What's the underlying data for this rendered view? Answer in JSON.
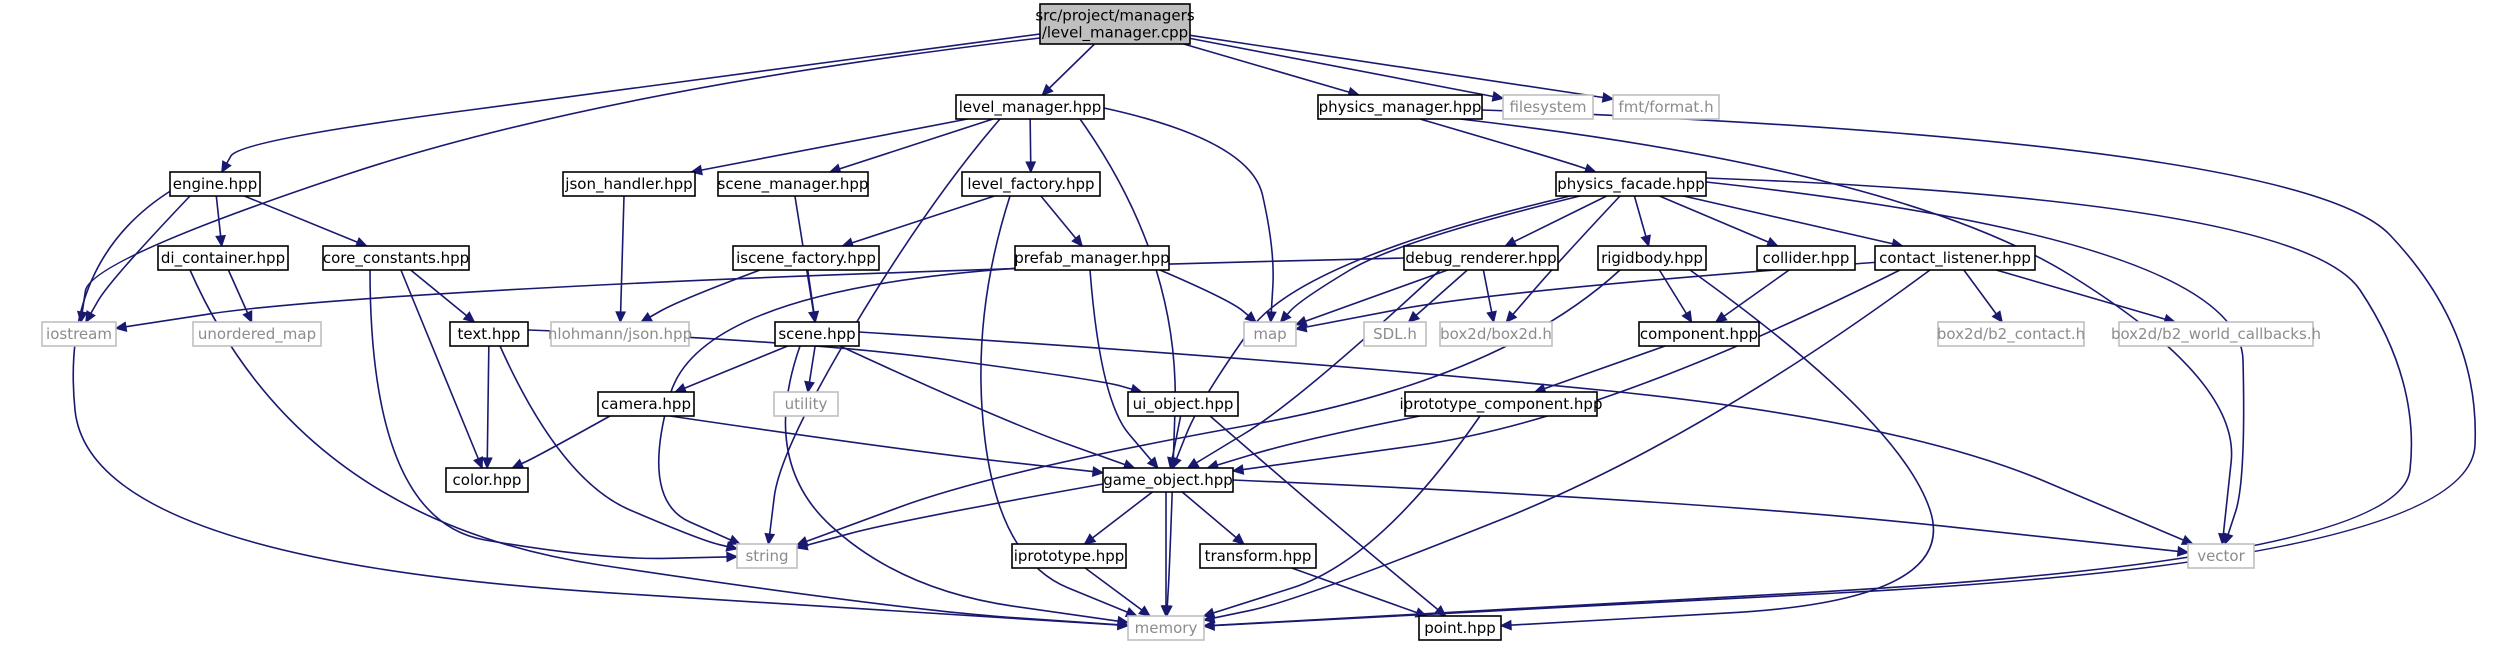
{
  "colors": {
    "edge": "#191970",
    "root_fill": "#bfbfbf",
    "local_border": "#000000",
    "system_border": "#bfbfbf",
    "system_text": "#8c8c8c",
    "text": "#000000",
    "background": "#ffffff"
  },
  "nodes": [
    {
      "id": "root",
      "label": [
        "src/project/managers",
        "/level_manager.cpp"
      ],
      "kind": "root"
    },
    {
      "id": "level_manager_hpp",
      "label": [
        "level_manager.hpp"
      ],
      "kind": "local"
    },
    {
      "id": "physics_manager_hpp",
      "label": [
        "physics_manager.hpp"
      ],
      "kind": "local"
    },
    {
      "id": "filesystem",
      "label": [
        "filesystem"
      ],
      "kind": "system"
    },
    {
      "id": "fmt_format_h",
      "label": [
        "fmt/format.h"
      ],
      "kind": "system"
    },
    {
      "id": "engine_hpp",
      "label": [
        "engine.hpp"
      ],
      "kind": "local"
    },
    {
      "id": "json_handler_hpp",
      "label": [
        "json_handler.hpp"
      ],
      "kind": "local"
    },
    {
      "id": "scene_manager_hpp",
      "label": [
        "scene_manager.hpp"
      ],
      "kind": "local"
    },
    {
      "id": "level_factory_hpp",
      "label": [
        "level_factory.hpp"
      ],
      "kind": "local"
    },
    {
      "id": "physics_facade_hpp",
      "label": [
        "physics_facade.hpp"
      ],
      "kind": "local"
    },
    {
      "id": "di_container_hpp",
      "label": [
        "di_container.hpp"
      ],
      "kind": "local"
    },
    {
      "id": "core_constants_hpp",
      "label": [
        "core_constants.hpp"
      ],
      "kind": "local"
    },
    {
      "id": "iscene_factory_hpp",
      "label": [
        "iscene_factory.hpp"
      ],
      "kind": "local"
    },
    {
      "id": "prefab_manager_hpp",
      "label": [
        "prefab_manager.hpp"
      ],
      "kind": "local"
    },
    {
      "id": "debug_renderer_hpp",
      "label": [
        "debug_renderer.hpp"
      ],
      "kind": "local"
    },
    {
      "id": "rigidbody_hpp",
      "label": [
        "rigidbody.hpp"
      ],
      "kind": "local"
    },
    {
      "id": "collider_hpp",
      "label": [
        "collider.hpp"
      ],
      "kind": "local"
    },
    {
      "id": "contact_listener_hpp",
      "label": [
        "contact_listener.hpp"
      ],
      "kind": "local"
    },
    {
      "id": "iostream",
      "label": [
        "iostream"
      ],
      "kind": "system"
    },
    {
      "id": "unordered_map",
      "label": [
        "unordered_map"
      ],
      "kind": "system"
    },
    {
      "id": "text_hpp",
      "label": [
        "text.hpp"
      ],
      "kind": "local"
    },
    {
      "id": "nlohmann_json_hpp",
      "label": [
        "nlohmann/json.hpp"
      ],
      "kind": "system"
    },
    {
      "id": "scene_hpp",
      "label": [
        "scene.hpp"
      ],
      "kind": "local"
    },
    {
      "id": "map",
      "label": [
        "map"
      ],
      "kind": "system"
    },
    {
      "id": "sdl_h",
      "label": [
        "SDL.h"
      ],
      "kind": "system"
    },
    {
      "id": "box2d_box2d_h",
      "label": [
        "box2d/box2d.h"
      ],
      "kind": "system"
    },
    {
      "id": "component_hpp",
      "label": [
        "component.hpp"
      ],
      "kind": "local"
    },
    {
      "id": "box2d_b2_contact_h",
      "label": [
        "box2d/b2_contact.h"
      ],
      "kind": "system"
    },
    {
      "id": "box2d_b2_world_callbacks_h",
      "label": [
        "box2d/b2_world_callbacks.h"
      ],
      "kind": "system"
    },
    {
      "id": "utility",
      "label": [
        "utility"
      ],
      "kind": "system"
    },
    {
      "id": "camera_hpp",
      "label": [
        "camera.hpp"
      ],
      "kind": "local"
    },
    {
      "id": "ui_object_hpp",
      "label": [
        "ui_object.hpp"
      ],
      "kind": "local"
    },
    {
      "id": "iprototype_component_hpp",
      "label": [
        "iprototype_component.hpp"
      ],
      "kind": "local"
    },
    {
      "id": "color_hpp",
      "label": [
        "color.hpp"
      ],
      "kind": "local"
    },
    {
      "id": "game_object_hpp",
      "label": [
        "game_object.hpp"
      ],
      "kind": "local"
    },
    {
      "id": "string",
      "label": [
        "string"
      ],
      "kind": "system"
    },
    {
      "id": "vector",
      "label": [
        "vector"
      ],
      "kind": "system"
    },
    {
      "id": "iprototype_hpp",
      "label": [
        "iprototype.hpp"
      ],
      "kind": "local"
    },
    {
      "id": "transform_hpp",
      "label": [
        "transform.hpp"
      ],
      "kind": "local"
    },
    {
      "id": "memory",
      "label": [
        "memory"
      ],
      "kind": "system"
    },
    {
      "id": "point_hpp",
      "label": [
        "point.hpp"
      ],
      "kind": "local"
    }
  ],
  "edges": [
    [
      "root",
      "level_manager_hpp"
    ],
    [
      "root",
      "physics_manager_hpp"
    ],
    [
      "root",
      "filesystem"
    ],
    [
      "root",
      "fmt_format_h"
    ],
    [
      "root",
      "engine_hpp"
    ],
    [
      "root",
      "iostream"
    ],
    [
      "level_manager_hpp",
      "json_handler_hpp"
    ],
    [
      "level_manager_hpp",
      "scene_manager_hpp"
    ],
    [
      "level_manager_hpp",
      "level_factory_hpp"
    ],
    [
      "level_manager_hpp",
      "map"
    ],
    [
      "level_manager_hpp",
      "string"
    ],
    [
      "level_manager_hpp",
      "memory"
    ],
    [
      "physics_manager_hpp",
      "physics_facade_hpp"
    ],
    [
      "physics_manager_hpp",
      "vector"
    ],
    [
      "physics_manager_hpp",
      "memory"
    ],
    [
      "engine_hpp",
      "di_container_hpp"
    ],
    [
      "engine_hpp",
      "core_constants_hpp"
    ],
    [
      "engine_hpp",
      "iostream"
    ],
    [
      "engine_hpp",
      "memory"
    ],
    [
      "json_handler_hpp",
      "nlohmann_json_hpp"
    ],
    [
      "scene_manager_hpp",
      "scene_hpp"
    ],
    [
      "level_factory_hpp",
      "iscene_factory_hpp"
    ],
    [
      "level_factory_hpp",
      "prefab_manager_hpp"
    ],
    [
      "level_factory_hpp",
      "memory"
    ],
    [
      "physics_facade_hpp",
      "debug_renderer_hpp"
    ],
    [
      "physics_facade_hpp",
      "rigidbody_hpp"
    ],
    [
      "physics_facade_hpp",
      "collider_hpp"
    ],
    [
      "physics_facade_hpp",
      "contact_listener_hpp"
    ],
    [
      "physics_facade_hpp",
      "map"
    ],
    [
      "physics_facade_hpp",
      "box2d_box2d_h"
    ],
    [
      "physics_facade_hpp",
      "game_object_hpp"
    ],
    [
      "physics_facade_hpp",
      "vector"
    ],
    [
      "physics_facade_hpp",
      "memory"
    ],
    [
      "di_container_hpp",
      "unordered_map"
    ],
    [
      "di_container_hpp",
      "memory"
    ],
    [
      "core_constants_hpp",
      "text_hpp"
    ],
    [
      "core_constants_hpp",
      "color_hpp"
    ],
    [
      "core_constants_hpp",
      "string"
    ],
    [
      "iscene_factory_hpp",
      "scene_hpp"
    ],
    [
      "iscene_factory_hpp",
      "nlohmann_json_hpp"
    ],
    [
      "prefab_manager_hpp",
      "map"
    ],
    [
      "prefab_manager_hpp",
      "game_object_hpp"
    ],
    [
      "prefab_manager_hpp",
      "string"
    ],
    [
      "debug_renderer_hpp",
      "iostream"
    ],
    [
      "debug_renderer_hpp",
      "map"
    ],
    [
      "debug_renderer_hpp",
      "sdl_h"
    ],
    [
      "debug_renderer_hpp",
      "box2d_box2d_h"
    ],
    [
      "debug_renderer_hpp",
      "game_object_hpp"
    ],
    [
      "rigidbody_hpp",
      "component_hpp"
    ],
    [
      "rigidbody_hpp",
      "string"
    ],
    [
      "rigidbody_hpp",
      "point_hpp"
    ],
    [
      "collider_hpp",
      "component_hpp"
    ],
    [
      "contact_listener_hpp",
      "map"
    ],
    [
      "contact_listener_hpp",
      "box2d_b2_contact_h"
    ],
    [
      "contact_listener_hpp",
      "box2d_b2_world_callbacks_h"
    ],
    [
      "contact_listener_hpp",
      "game_object_hpp"
    ],
    [
      "contact_listener_hpp",
      "memory"
    ],
    [
      "text_hpp",
      "color_hpp"
    ],
    [
      "text_hpp",
      "ui_object_hpp"
    ],
    [
      "text_hpp",
      "string"
    ],
    [
      "scene_hpp",
      "camera_hpp"
    ],
    [
      "scene_hpp",
      "utility"
    ],
    [
      "scene_hpp",
      "game_object_hpp"
    ],
    [
      "scene_hpp",
      "vector"
    ],
    [
      "scene_hpp",
      "memory"
    ],
    [
      "component_hpp",
      "iprototype_component_hpp"
    ],
    [
      "camera_hpp",
      "color_hpp"
    ],
    [
      "camera_hpp",
      "game_object_hpp"
    ],
    [
      "ui_object_hpp",
      "game_object_hpp"
    ],
    [
      "ui_object_hpp",
      "point_hpp"
    ],
    [
      "iprototype_component_hpp",
      "game_object_hpp"
    ],
    [
      "iprototype_component_hpp",
      "memory"
    ],
    [
      "game_object_hpp",
      "string"
    ],
    [
      "game_object_hpp",
      "vector"
    ],
    [
      "game_object_hpp",
      "iprototype_hpp"
    ],
    [
      "game_object_hpp",
      "transform_hpp"
    ],
    [
      "game_object_hpp",
      "memory"
    ],
    [
      "iprototype_hpp",
      "memory"
    ],
    [
      "transform_hpp",
      "point_hpp"
    ]
  ]
}
